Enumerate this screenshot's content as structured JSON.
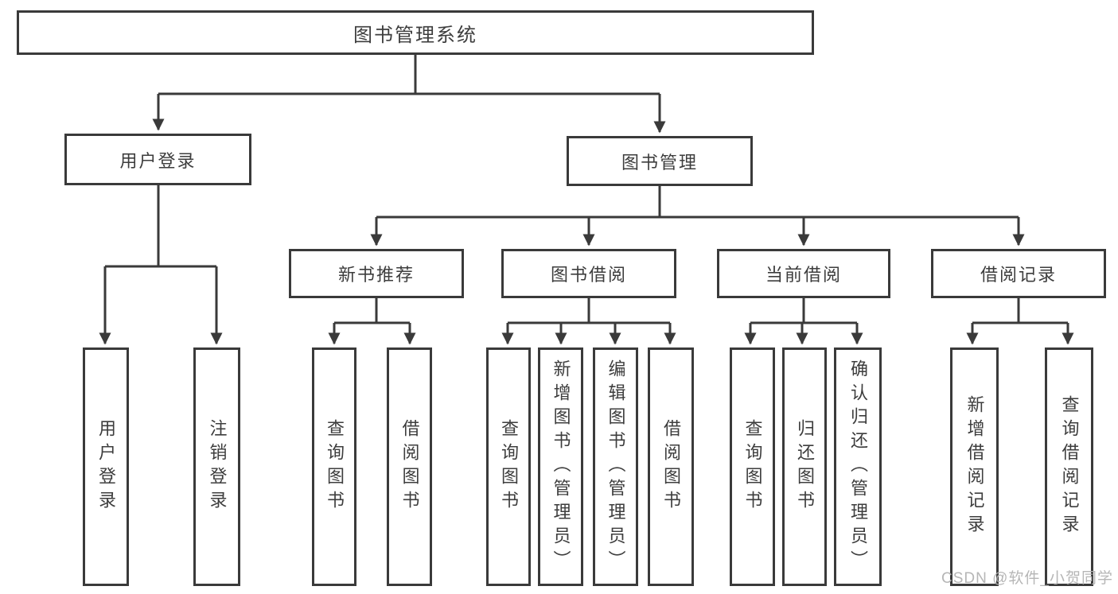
{
  "diagram": {
    "root": {
      "label": "图书管理系统"
    },
    "branches": [
      {
        "label": "用户登录",
        "children": [
          {
            "label": "用户登录"
          },
          {
            "label": "注销登录"
          }
        ]
      },
      {
        "label": "图书管理",
        "children": [
          {
            "label": "新书推荐",
            "children": [
              {
                "label": "查询图书"
              },
              {
                "label": "借阅图书"
              }
            ]
          },
          {
            "label": "图书借阅",
            "children": [
              {
                "label": "查询图书"
              },
              {
                "label": "新增图书（管理员）"
              },
              {
                "label": "编辑图书（管理员）"
              },
              {
                "label": "借阅图书"
              }
            ]
          },
          {
            "label": "当前借阅",
            "children": [
              {
                "label": "查询图书"
              },
              {
                "label": "归还图书"
              },
              {
                "label": "确认归还（管理员）"
              }
            ]
          },
          {
            "label": "借阅记录",
            "children": [
              {
                "label": "新增借阅记录"
              },
              {
                "label": "查询借阅记录"
              }
            ]
          }
        ]
      }
    ]
  },
  "watermark": {
    "text": "CSDN @软件_小贺同学"
  },
  "colors": {
    "line": "#3a3a3a",
    "text": "#3d3d3d",
    "box_background": "#ffffff",
    "watermark": "#b2b2b2",
    "background": "#ffffff"
  }
}
